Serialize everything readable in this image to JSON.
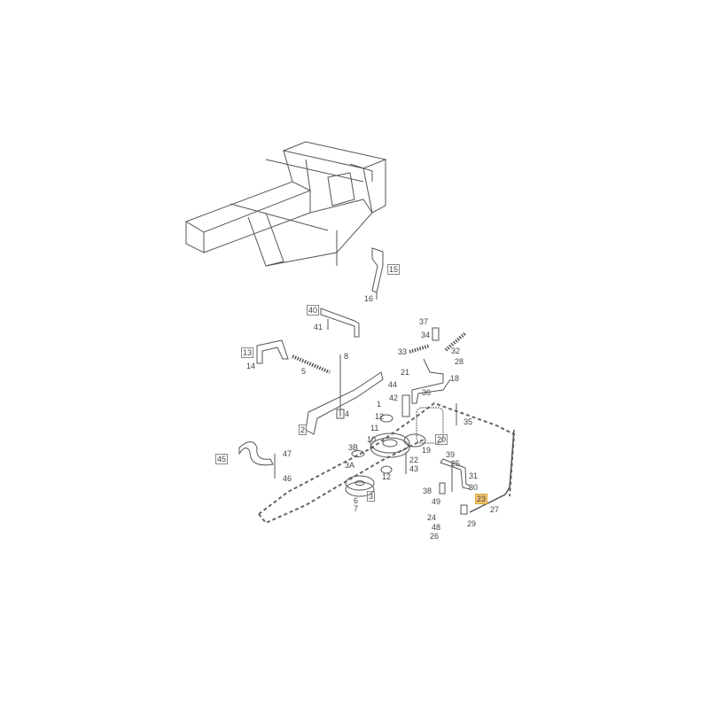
{
  "diagram": {
    "highlight_color": "#f2c66d",
    "callouts": [
      {
        "text": "15",
        "style": "boxed"
      },
      {
        "text": "16",
        "style": "plain"
      },
      {
        "text": "40",
        "style": "boxed"
      },
      {
        "text": "41",
        "style": "plain"
      },
      {
        "text": "13",
        "style": "boxed"
      },
      {
        "text": "14",
        "style": "plain"
      },
      {
        "text": "8",
        "style": "plain"
      },
      {
        "text": "5",
        "style": "plain"
      },
      {
        "text": "37",
        "style": "plain"
      },
      {
        "text": "34",
        "style": "plain"
      },
      {
        "text": "33",
        "style": "plain"
      },
      {
        "text": "32",
        "style": "plain"
      },
      {
        "text": "28",
        "style": "plain"
      },
      {
        "text": "21",
        "style": "plain"
      },
      {
        "text": "18",
        "style": "plain"
      },
      {
        "text": "36",
        "style": "plain"
      },
      {
        "text": "44",
        "style": "plain"
      },
      {
        "text": "42",
        "style": "plain"
      },
      {
        "text": "1",
        "style": "plain"
      },
      {
        "text": "4",
        "style": "plain"
      },
      {
        "text": "12",
        "style": "plain"
      },
      {
        "text": "11",
        "style": "plain"
      },
      {
        "text": "2",
        "style": "boxed"
      },
      {
        "text": "35",
        "style": "plain"
      },
      {
        "text": "20",
        "style": "boxed"
      },
      {
        "text": "10",
        "style": "plain"
      },
      {
        "text": "19",
        "style": "plain"
      },
      {
        "text": "3B",
        "style": "plain"
      },
      {
        "text": "3A",
        "style": "plain"
      },
      {
        "text": "22",
        "style": "plain"
      },
      {
        "text": "43",
        "style": "plain"
      },
      {
        "text": "12",
        "style": "plain"
      },
      {
        "text": "3",
        "style": "boxed"
      },
      {
        "text": "6",
        "style": "plain"
      },
      {
        "text": "7",
        "style": "plain"
      },
      {
        "text": "39",
        "style": "plain"
      },
      {
        "text": "25",
        "style": "plain"
      },
      {
        "text": "31",
        "style": "plain"
      },
      {
        "text": "30",
        "style": "plain"
      },
      {
        "text": "38",
        "style": "plain"
      },
      {
        "text": "23",
        "style": "highlight"
      },
      {
        "text": "27",
        "style": "plain"
      },
      {
        "text": "49",
        "style": "plain"
      },
      {
        "text": "24",
        "style": "plain"
      },
      {
        "text": "29",
        "style": "plain"
      },
      {
        "text": "48",
        "style": "plain"
      },
      {
        "text": "26",
        "style": "plain"
      },
      {
        "text": "45",
        "style": "boxed"
      },
      {
        "text": "47",
        "style": "plain"
      },
      {
        "text": "46",
        "style": "plain"
      }
    ]
  }
}
